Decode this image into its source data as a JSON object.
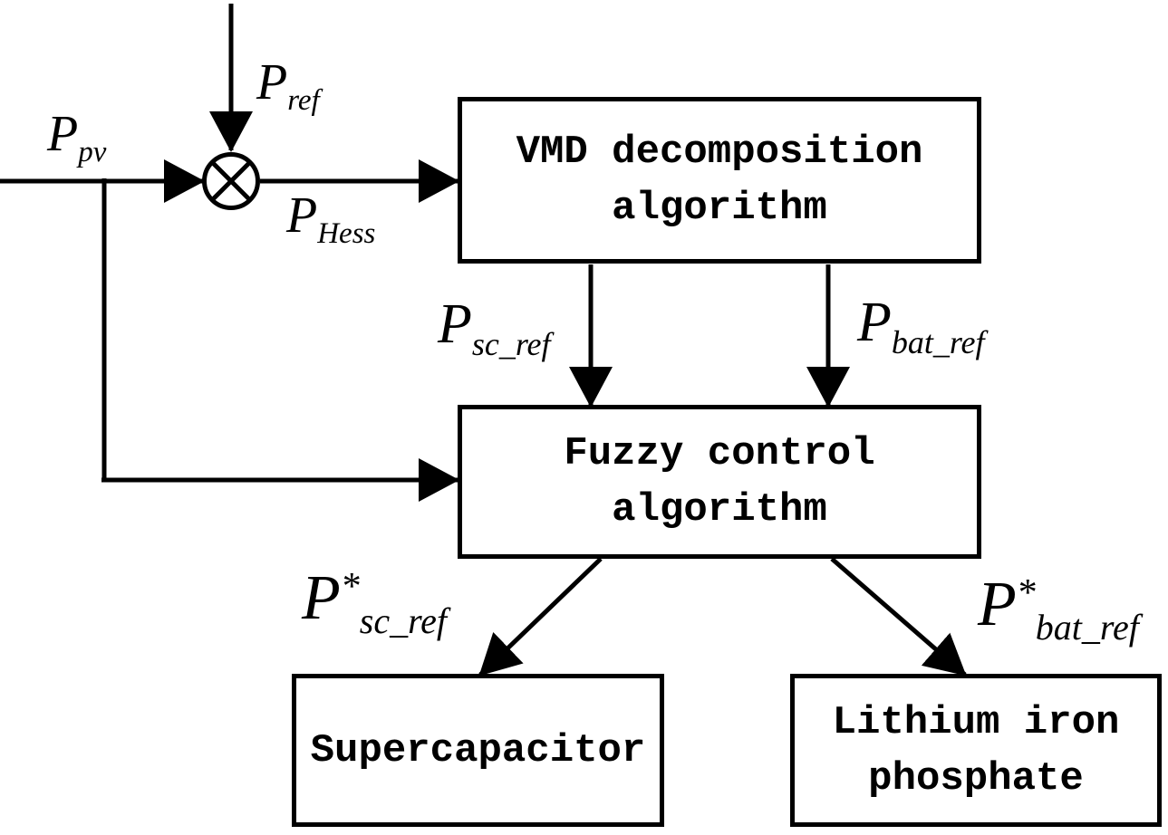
{
  "figure": {
    "type": "control-block-diagram",
    "background_color": "#ffffff",
    "line_color": "#000000"
  },
  "boxes": {
    "vmd": {
      "lines": [
        "VMD decomposition",
        "algorithm"
      ]
    },
    "fuzzy": {
      "lines": [
        "Fuzzy control",
        "algorithm"
      ]
    },
    "supercap": {
      "lines": [
        "Supercapacitor"
      ]
    },
    "lithium": {
      "lines": [
        "Lithium iron",
        "phosphate"
      ]
    }
  },
  "signals": {
    "ppv": {
      "base": "P",
      "sub": "pv"
    },
    "pref": {
      "base": "P",
      "sub": "ref"
    },
    "phess": {
      "base": "P",
      "sub": "Hess"
    },
    "psc_ref": {
      "base": "P",
      "sub": "sc_ref"
    },
    "pbat_ref": {
      "base": "P",
      "sub": "bat_ref"
    },
    "psc_ref_star": {
      "base": "P",
      "sup": "*",
      "sub": "sc_ref"
    },
    "pbat_ref_star": {
      "base": "P",
      "sup": "*",
      "sub": "bat_ref"
    }
  },
  "icons": {
    "summing_junction": "⊗"
  }
}
